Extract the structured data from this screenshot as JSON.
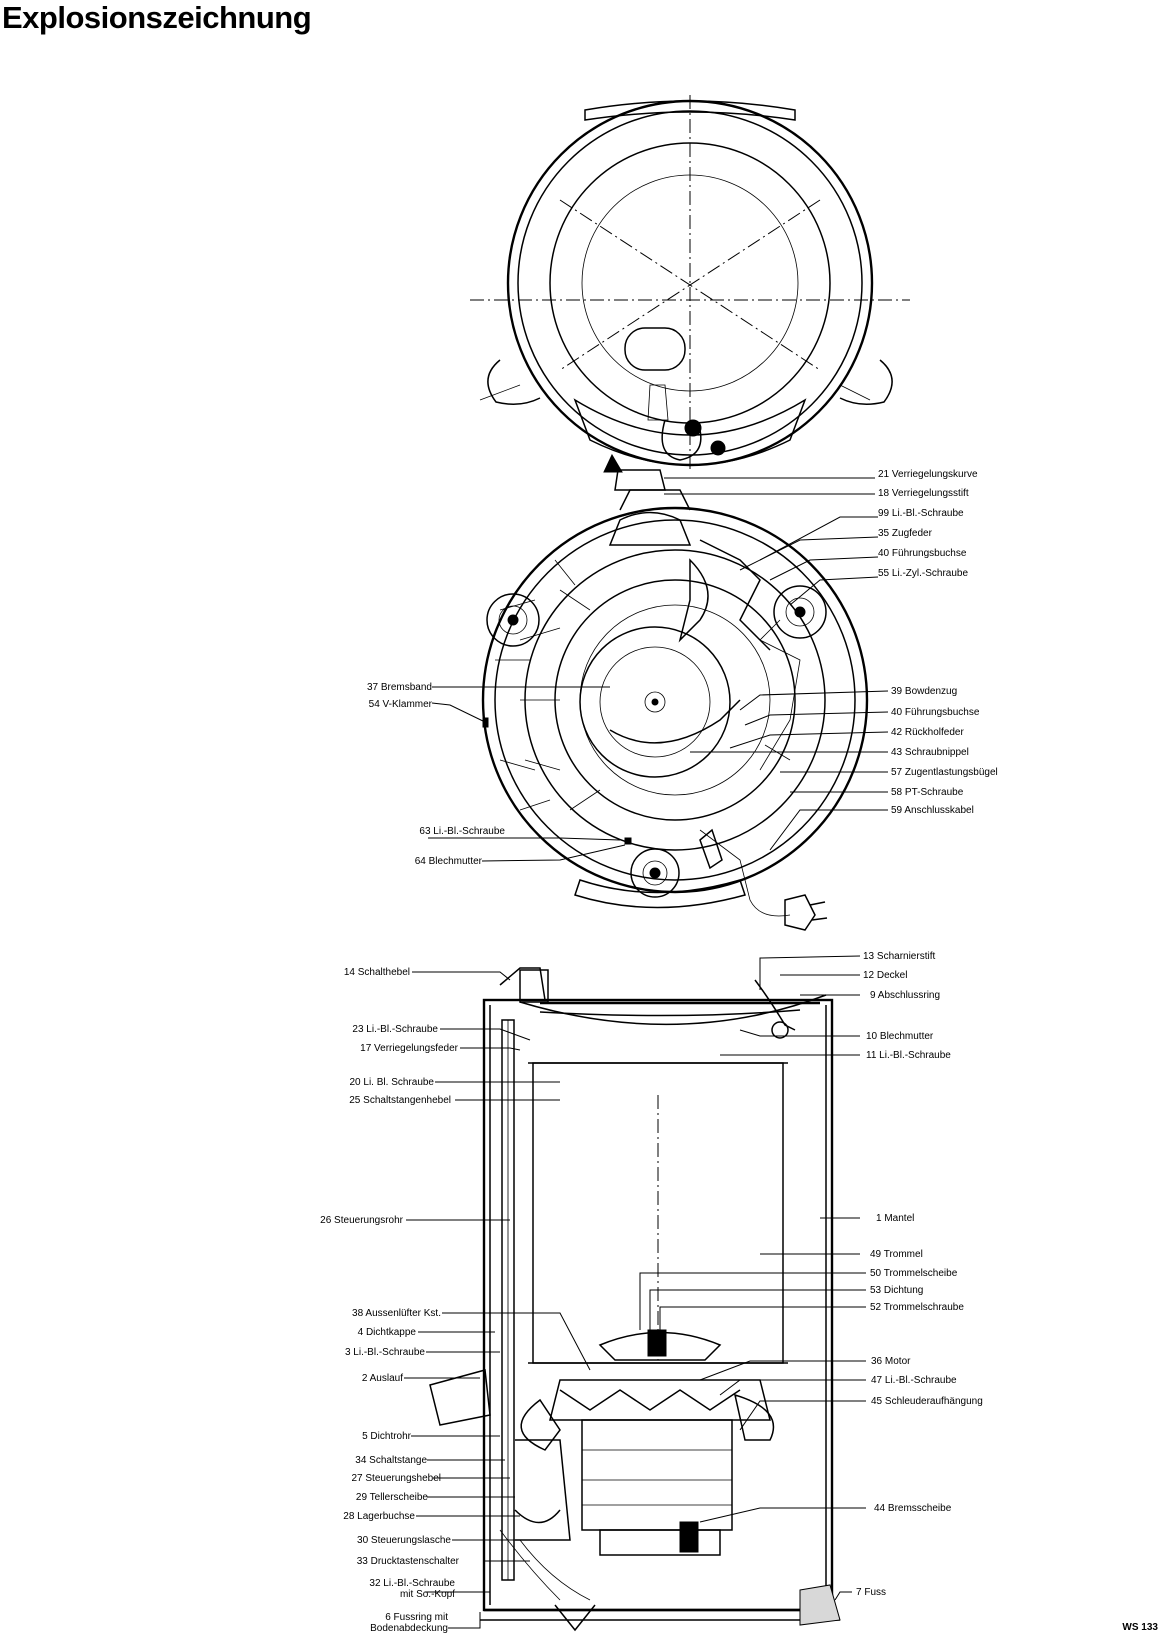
{
  "title": "Explosionszeichnung",
  "drawing_code": "WS 133",
  "labels_lid": [
    {
      "num": "21",
      "text": "Verriegelungskurve"
    },
    {
      "num": "18",
      "text": "Verriegelungsstift"
    },
    {
      "num": "99",
      "text": "Li.-Bl.-Schraube"
    },
    {
      "num": "35",
      "text": "Zugfeder"
    },
    {
      "num": "40",
      "text": "Führungsbuchse"
    },
    {
      "num": "55",
      "text": "Li.-Zyl.-Schraube"
    }
  ],
  "labels_base_right": [
    {
      "num": "39",
      "text": "Bowdenzug"
    },
    {
      "num": "40",
      "text": "Führungsbuchse"
    },
    {
      "num": "42",
      "text": "Rückholfeder"
    },
    {
      "num": "43",
      "text": "Schraubnippel"
    },
    {
      "num": "57",
      "text": "Zugentlastungsbügel"
    },
    {
      "num": "58",
      "text": "PT-Schraube"
    },
    {
      "num": "59",
      "text": "Anschlusskabel"
    }
  ],
  "labels_base_left": [
    {
      "num": "37",
      "text": "Bremsband"
    },
    {
      "num": "54",
      "text": "V-Klammer"
    },
    {
      "num": "63",
      "text": "Li.-Bl.-Schraube"
    },
    {
      "num": "64",
      "text": "Blechmutter"
    }
  ],
  "labels_section_right": [
    {
      "num": "13",
      "text": "Scharnierstift"
    },
    {
      "num": "12",
      "text": "Deckel"
    },
    {
      "num": "9",
      "text": "Abschlussring"
    },
    {
      "num": "10",
      "text": "Blechmutter"
    },
    {
      "num": "11",
      "text": "Li.-Bl.-Schraube"
    },
    {
      "num": "1",
      "text": "Mantel"
    },
    {
      "num": "49",
      "text": "Trommel"
    },
    {
      "num": "50",
      "text": "Trommelscheibe"
    },
    {
      "num": "53",
      "text": "Dichtung"
    },
    {
      "num": "52",
      "text": "Trommelschraube"
    },
    {
      "num": "36",
      "text": "Motor"
    },
    {
      "num": "47",
      "text": "Li.-Bl.-Schraube"
    },
    {
      "num": "45",
      "text": "Schleuderaufhängung"
    },
    {
      "num": "44",
      "text": "Bremsscheibe"
    },
    {
      "num": "7",
      "text": "Fuss"
    }
  ],
  "labels_section_left": [
    {
      "num": "14",
      "text": "Schalthebel"
    },
    {
      "num": "23",
      "text": "Li.-Bl.-Schraube"
    },
    {
      "num": "17",
      "text": "Verriegelungsfeder"
    },
    {
      "num": "20",
      "text": "Li. Bl. Schraube"
    },
    {
      "num": "25",
      "text": "Schaltstangenhebel"
    },
    {
      "num": "26",
      "text": "Steuerungsrohr"
    },
    {
      "num": "38",
      "text": "Aussenlüfter Kst."
    },
    {
      "num": "4",
      "text": "Dichtkappe"
    },
    {
      "num": "3",
      "text": "Li.-Bl.-Schraube"
    },
    {
      "num": "2",
      "text": "Auslauf"
    },
    {
      "num": "5",
      "text": "Dichtrohr"
    },
    {
      "num": "34",
      "text": "Schaltstange"
    },
    {
      "num": "27",
      "text": "Steuerungshebel"
    },
    {
      "num": "29",
      "text": "Tellerscheibe"
    },
    {
      "num": "28",
      "text": "Lagerbuchse"
    },
    {
      "num": "30",
      "text": "Steuerungslasche"
    },
    {
      "num": "33",
      "text": "Drucktastenschalter"
    },
    {
      "num": "32",
      "text": "Li.-Bl.-Schraube",
      "text2": "mit So.-Kopf"
    },
    {
      "num": "6",
      "text": "Fussring mit",
      "text2": "Bodenabdeckung"
    }
  ]
}
